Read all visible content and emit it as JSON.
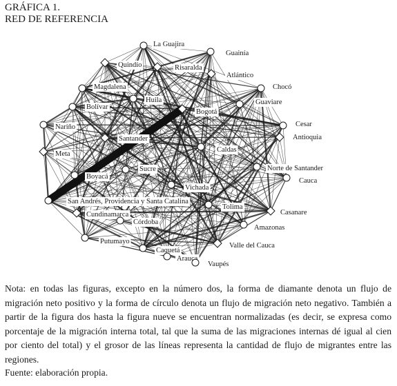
{
  "figure": {
    "label": "GRÁFICA 1.",
    "title": "RED DE REFERENCIA"
  },
  "network": {
    "nodes": [
      {
        "id": "la-guajira",
        "label": "La Guajira",
        "shape": "circle"
      },
      {
        "id": "guainia",
        "label": "Guainía",
        "shape": "circle"
      },
      {
        "id": "quindio",
        "label": "Quindío",
        "shape": "diamond"
      },
      {
        "id": "risaralda",
        "label": "Risaralda",
        "shape": "diamond"
      },
      {
        "id": "atlantico",
        "label": "Atlántico",
        "shape": "diamond"
      },
      {
        "id": "choco",
        "label": "Chocó",
        "shape": "circle"
      },
      {
        "id": "magdalena",
        "label": "Magdalena",
        "shape": "circle"
      },
      {
        "id": "huila",
        "label": "Huila",
        "shape": "circle"
      },
      {
        "id": "guaviare",
        "label": "Guaviare",
        "shape": "circle"
      },
      {
        "id": "bolivar",
        "label": "Bolívar",
        "shape": "circle"
      },
      {
        "id": "bogota",
        "label": "Bogotá",
        "shape": "diamond"
      },
      {
        "id": "narino",
        "label": "Nariño",
        "shape": "circle"
      },
      {
        "id": "cesar",
        "label": "Cesar",
        "shape": "circle"
      },
      {
        "id": "santander",
        "label": "Santander",
        "shape": "diamond"
      },
      {
        "id": "antioquia",
        "label": "Antioquia",
        "shape": "diamond"
      },
      {
        "id": "caldas",
        "label": "Caldas",
        "shape": "circle"
      },
      {
        "id": "meta",
        "label": "Meta",
        "shape": "diamond"
      },
      {
        "id": "norte-de-santander",
        "label": "Norte de Santander",
        "shape": "circle"
      },
      {
        "id": "sucre",
        "label": "Sucre",
        "shape": "circle"
      },
      {
        "id": "boyaca",
        "label": "Boyacá",
        "shape": "circle"
      },
      {
        "id": "cauca",
        "label": "Cauca",
        "shape": "circle"
      },
      {
        "id": "vichada",
        "label": "Vichada",
        "shape": "circle"
      },
      {
        "id": "san-andres",
        "label": "San Andrés, Providencia y Santa Catalina",
        "shape": "circle"
      },
      {
        "id": "tolima",
        "label": "Tolima",
        "shape": "circle"
      },
      {
        "id": "cundinamarca",
        "label": "Cundinamarca",
        "shape": "diamond"
      },
      {
        "id": "casanare",
        "label": "Casanare",
        "shape": "diamond"
      },
      {
        "id": "cordoba",
        "label": "Córdoba",
        "shape": "circle"
      },
      {
        "id": "amazonas",
        "label": "Amazonas",
        "shape": "circle"
      },
      {
        "id": "putumayo",
        "label": "Putumayo",
        "shape": "circle"
      },
      {
        "id": "valle-del-cauca",
        "label": "Valle del Cauca",
        "shape": "diamond"
      },
      {
        "id": "caqueta",
        "label": "Caquetá",
        "shape": "circle"
      },
      {
        "id": "arauca",
        "label": "Arauca",
        "shape": "circle"
      },
      {
        "id": "vaupes",
        "label": "Vaupés",
        "shape": "circle"
      }
    ],
    "heavy_link": {
      "from": "bogota",
      "to": "san-andres"
    }
  },
  "note": {
    "text": "Nota: en todas las figuras, excepto en la número dos, la forma de diamante denota un flujo de migración neto positivo y la forma de círculo denota un flujo de migración neto negativo. También a partir de la figura dos hasta la figura nueve se encuentran normalizadas (es decir, se expresa como porcentaje de la migración interna total, tal que la suma de las migraciones internas dé igual al cien por ciento del total) y el grosor de las líneas representa la cantidad de flujo de migrantes entre las regiones.",
    "source": "Fuente: elaboración propia."
  }
}
